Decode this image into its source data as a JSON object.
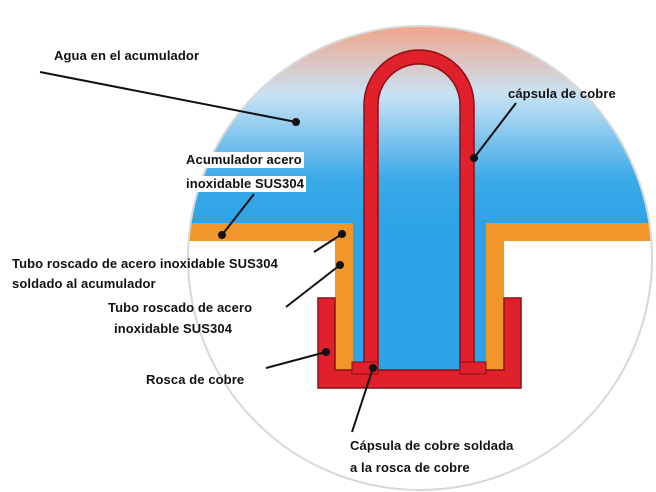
{
  "diagram": {
    "colors": {
      "water_top": "#f4a080",
      "water_mid": "#c8e2f4",
      "water_bottom": "#2ba3e6",
      "stainless_steel": "#f0962a",
      "copper": "#e0202a",
      "copper_outline": "#8a1018",
      "leader_line": "#111111"
    },
    "labels": {
      "water": "Agua en el acumulador",
      "copper_capsule": "cápsula de cobre",
      "tank_line1": "Acumulador acero",
      "tank_line2": "inoxidable SUS304",
      "welded_tube_line1": "Tubo roscado de acero inoxidable SUS304",
      "welded_tube_line2": "soldado al acumulador",
      "threaded_tube_line1": "Tubo roscado de acero",
      "threaded_tube_line2": "inoxidable SUS304",
      "copper_thread": "Rosca de cobre",
      "welded_capsule_line1": "Cápsula de cobre soldada",
      "welded_capsule_line2": "a la rosca de cobre"
    }
  }
}
